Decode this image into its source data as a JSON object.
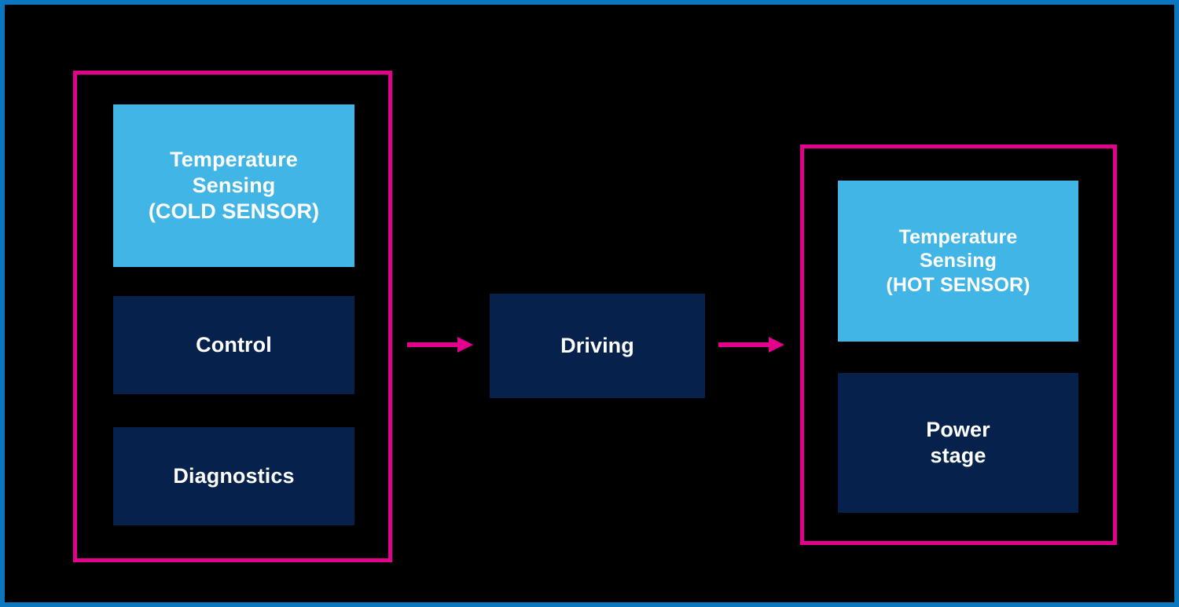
{
  "diagram": {
    "type": "block-diagram",
    "background_color": "#000000",
    "frame_color": "#0b77bf",
    "group_outline_color": "#e2008c",
    "arrow_color": "#e2008c",
    "sensor_block_color": "#41b6e6",
    "standard_block_color": "#06224c",
    "text_color": "#ffffff",
    "groups": [
      {
        "id": "cold-side",
        "blocks": [
          {
            "id": "cold-sensor",
            "label": "Temperature\nSensing\n(COLD SENSOR)",
            "style": "sensor"
          },
          {
            "id": "control",
            "label": "Control",
            "style": "standard"
          },
          {
            "id": "diagnostics",
            "label": "Diagnostics",
            "style": "standard"
          }
        ]
      },
      {
        "id": "hot-side",
        "blocks": [
          {
            "id": "hot-sensor",
            "label": "Temperature\nSensing\n(HOT SENSOR)",
            "style": "sensor"
          },
          {
            "id": "power-stage",
            "label": "Power\nstage",
            "style": "standard"
          }
        ]
      }
    ],
    "standalone_blocks": [
      {
        "id": "driving",
        "label": "Driving",
        "style": "standard"
      }
    ],
    "arrows": [
      {
        "id": "arrow-cold-to-driving",
        "from": "cold-side",
        "to": "driving",
        "direction": "right"
      },
      {
        "id": "arrow-driving-to-hot",
        "from": "driving",
        "to": "hot-side",
        "direction": "right"
      }
    ]
  }
}
